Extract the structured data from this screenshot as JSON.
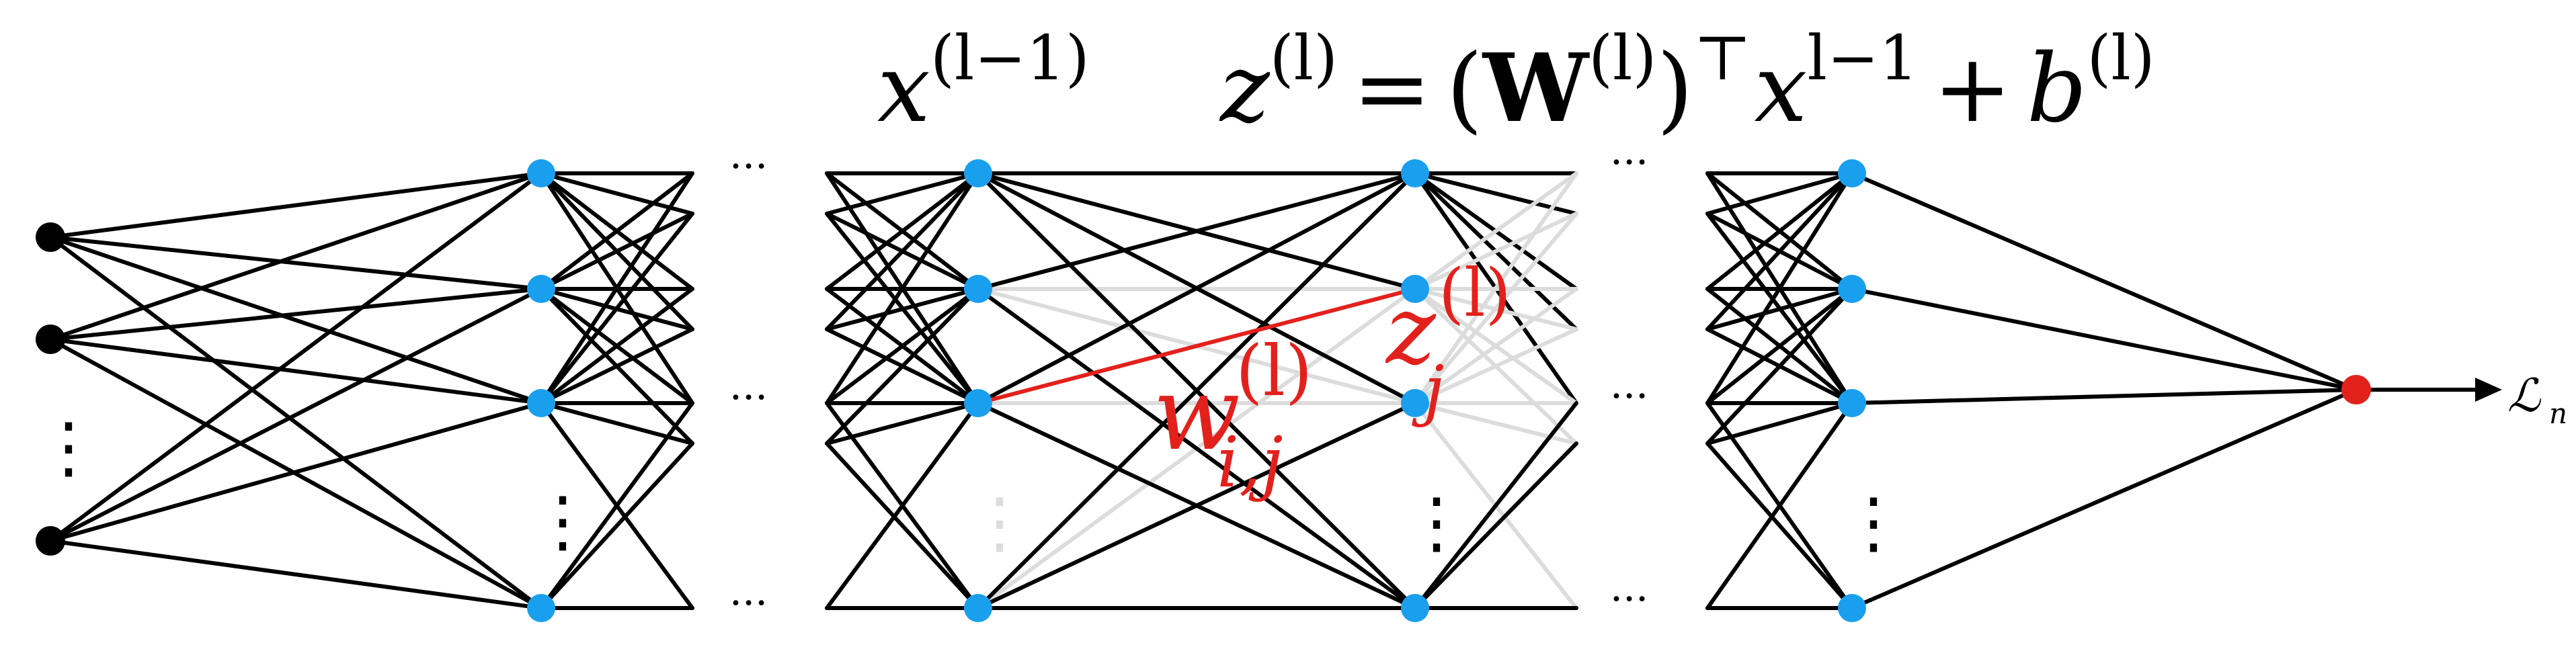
{
  "equation": {
    "input_label": {
      "base": "x",
      "sup": "(l−1)"
    },
    "formula": {
      "lhs_base": "z",
      "lhs_sup": "(l)",
      "equals": "=",
      "open_paren": "(",
      "weight": "W",
      "weight_sup": "(l)",
      "close_paren": ")",
      "transpose": "⊤",
      "x_base": "x",
      "x_sup": "l−1",
      "plus": "+",
      "bias_base": "b",
      "bias_sup": "(l)"
    }
  },
  "highlight": {
    "weight_label": {
      "base": "w",
      "sup": "(l)",
      "sub": "i,j"
    },
    "output_label": {
      "base": "z",
      "sup": "(l)",
      "sub": "j"
    }
  },
  "loss_label": "ℒ",
  "loss_sub": "n",
  "ellipsis": "···",
  "vdots": "⋮",
  "colors": {
    "input_node": "#000000",
    "hidden_node": "#1a9fee",
    "output_node": "#e3211c",
    "edge": "#000000",
    "edge_faded": "#dcdcdc",
    "highlight": "#e3211c"
  }
}
